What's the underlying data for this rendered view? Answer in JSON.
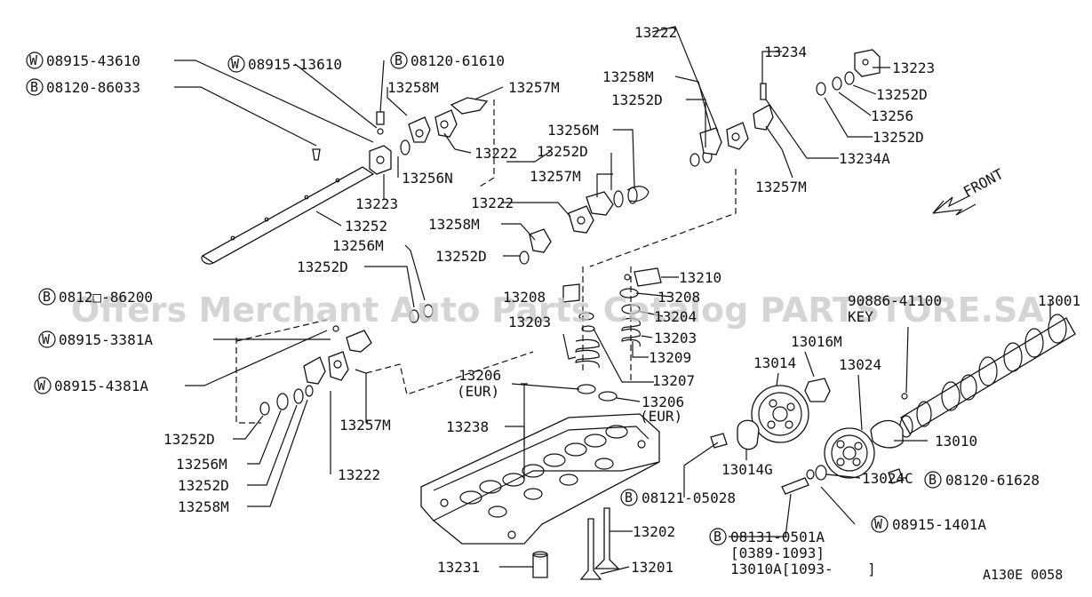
{
  "watermark": "Offers Merchant Auto Parts Catalog PARTSTORE.SA",
  "figure_code": "A130E 0058",
  "front_label": "FRONT",
  "labels": {
    "w_08915_43610": "08915-43610",
    "w_08915_13610": "08915-13610",
    "b_08120_61610": "08120-61610",
    "b_08120_86033": "08120-86033",
    "p13258M_a": "13258M",
    "p13257M_a": "13257M",
    "p13222_a": "13222",
    "p13256N": "13256N",
    "p13223_a": "13223",
    "p13252": "13252",
    "p13256M_a": "13256M",
    "p13252D_a": "13252D",
    "b_0812_86200": "0812□-86200",
    "w_08915_3381A": "08915-3381A",
    "w_08915_4381A": "08915-4381A",
    "p13252D_b": "13252D",
    "p13256M_b": "13256M",
    "p13252D_c": "13252D",
    "p13258M_b": "13258M",
    "p13257M_b": "13257M",
    "p13222_b": "13222",
    "p13222_c": "13222",
    "p13258M_c": "13258M",
    "p13252D_d": "13252D",
    "p13256M_c": "13256M",
    "p13252D_e": "13252D",
    "p13257M_c": "13257M",
    "p13222_d": "13222",
    "p13258M_d": "13258M",
    "p13252D_f": "13252D",
    "p13234": "13234",
    "p13223_b": "13223",
    "p13252D_g": "13252D",
    "p13256": "13256",
    "p13252D_h": "13252D",
    "p13234A": "13234A",
    "p13257M_d": "13257M",
    "p13210": "13210",
    "p13208": "13208",
    "p13204": "13204",
    "p13203_a": "13203",
    "p13203_b": "13203",
    "p13209": "13209",
    "p13207": "13207",
    "p13206_a": "13206",
    "eur_a": "(EUR)",
    "p13206_b": "13206",
    "eur_b": "(EUR)",
    "p13238": "13238",
    "p13202": "13202",
    "p13231": "13231",
    "p13201": "13201",
    "p13016M": "13016M",
    "p13014": "13014",
    "p13024": "13024",
    "p13001": "13001",
    "n90886": "90886-41100",
    "key": "KEY",
    "p13010": "13010",
    "p13014G": "13014G",
    "b_08121_05028": "08121-05028",
    "p13024C": "13024C",
    "b_08120_61628": "08120-61628",
    "w_08915_1401A": "08915-1401A",
    "b_08131_0501A": "08131-0501A",
    "range_a": "[0389-1093]",
    "p13010A": "13010A[1093-    ]"
  },
  "badges": {
    "w": "W",
    "b": "B"
  }
}
